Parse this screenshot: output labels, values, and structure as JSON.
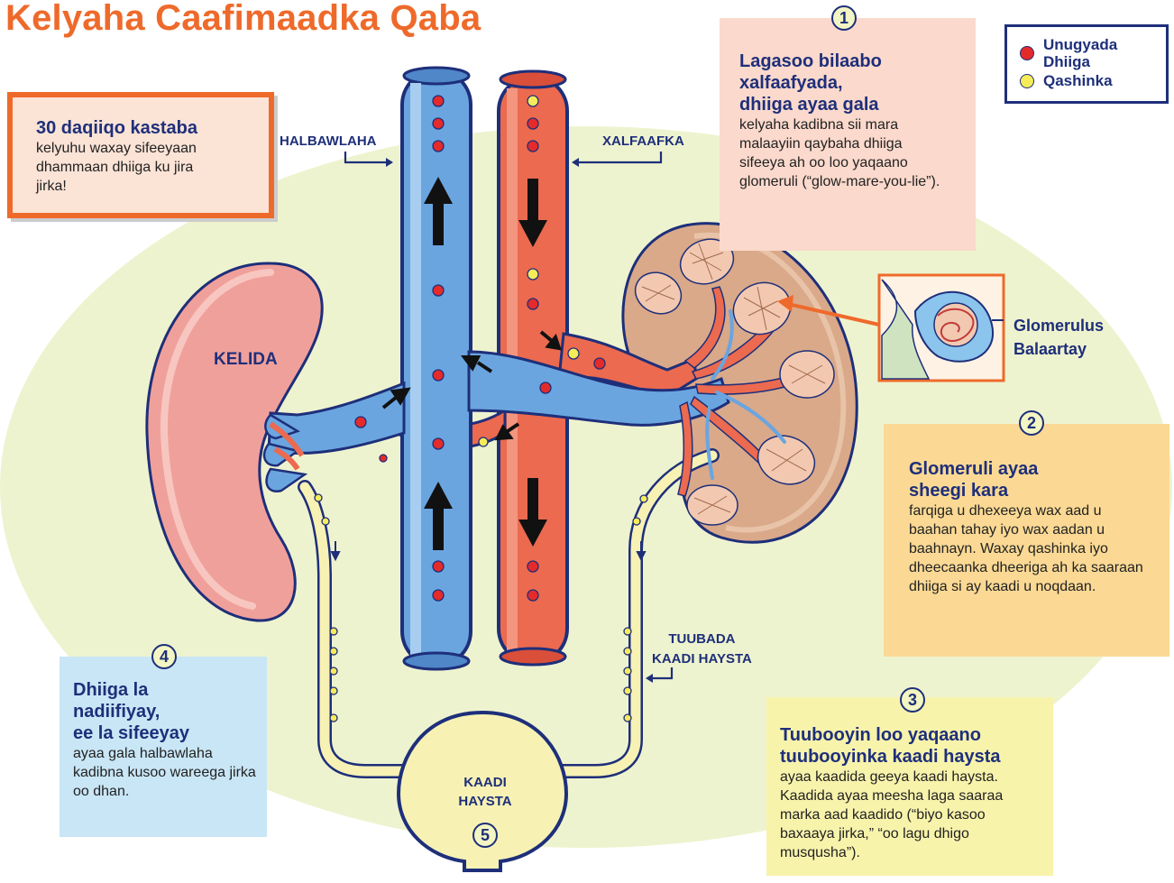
{
  "title": "Kelyaha Caafimaadka Qaba",
  "legend": {
    "items": [
      {
        "label_line1": "Unugyada",
        "label_line2": "Dhiiga",
        "color": "#e52a2a"
      },
      {
        "label_line1": "Qashinka",
        "label_line2": "",
        "color": "#f6ec5a"
      }
    ]
  },
  "info_box_30": {
    "heading": "30 daqiiqo kastaba",
    "body": "kelyuhu waxay sifeeyaan dhammaan dhiiga ku jira jirka!"
  },
  "labels": {
    "halbawlaha": "HALBAWLAHA",
    "xalfaafka": "XALFAAFKA",
    "kelida": "KELIDA",
    "glomerulus_line1": "Glomerulus",
    "glomerulus_line2": "Balaartay",
    "tuubada_line1": "TUUBADA",
    "tuubada_line2": "KAADI HAYSTA",
    "kaadi_line1": "KAADI",
    "kaadi_line2": "HAYSTA"
  },
  "steps": [
    {
      "number": "1",
      "heading_lines": [
        "Lagasoo bilaabo",
        "xalfaafyada,",
        "dhiiga ayaa gala"
      ],
      "body": "kelyaha kadibna sii mara malaayiin qaybaha dhiiga sifeeya ah oo loo yaqaano glomeruli (“glow-mare-you-lie”)."
    },
    {
      "number": "2",
      "heading_lines": [
        "Glomeruli ayaa",
        "sheegi kara"
      ],
      "body": "farqiga u dhexeeya wax aad u baahan tahay iyo wax aadan u baahnayn. Waxay qashinka iyo dheecaanka dheeriga ah ka saaraan dhiiga si ay kaadi u noqdaan."
    },
    {
      "number": "3",
      "heading_lines": [
        "Tuubooyin loo yaqaano",
        "tuubooyinka kaadi haysta"
      ],
      "body": "ayaa kaadida geeya kaadi haysta. Kaadida ayaa meesha laga saaraa marka aad kaadido (“biyo kasoo baxaaya jirka,” “oo lagu dhigo musqusha”)."
    },
    {
      "number": "4",
      "heading_lines": [
        "Dhiiga la",
        "nadiifiyay,",
        "ee la sifeeyay"
      ],
      "body": "ayaa gala halbawlaha kadibna kusoo wareega jirka oo dhan."
    },
    {
      "number": "5"
    }
  ]
}
